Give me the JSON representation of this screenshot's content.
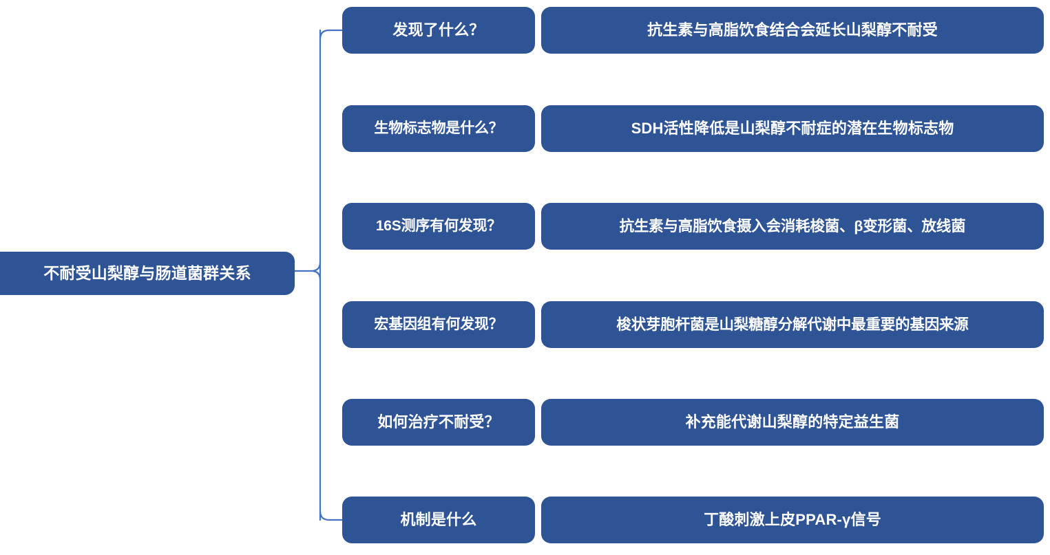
{
  "diagram": {
    "type": "mind-map",
    "title": "不耐受山梨醇与肠道菌群关系",
    "colors": {
      "node_fill": "#2f5496",
      "node_text": "#ffffff",
      "connector": "#4472c4",
      "background": "#ffffff"
    },
    "root": {
      "label": "不耐受山梨醇与肠道菌群关系"
    },
    "branches": [
      {
        "question": "发现了什么？",
        "answer": "抗生素与高脂饮食结合会延长山梨醇不耐受"
      },
      {
        "question": "生物标志物是什么？",
        "answer": "SDH活性降低是山梨醇不耐症的潜在生物标志物"
      },
      {
        "question": "16S测序有何发现？",
        "answer": "抗生素与高脂饮食摄入会消耗梭菌、β变形菌、放线菌"
      },
      {
        "question": "宏基因组有何发现？",
        "answer": "梭状芽胞杆菌是山梨糖醇分解代谢中最重要的基因来源"
      },
      {
        "question": "如何治疗不耐受？",
        "answer": "补充能代谢山梨醇的特定益生菌"
      },
      {
        "question": "机制是什么",
        "answer": "丁酸刺激上皮PPAR-γ信号"
      }
    ]
  }
}
